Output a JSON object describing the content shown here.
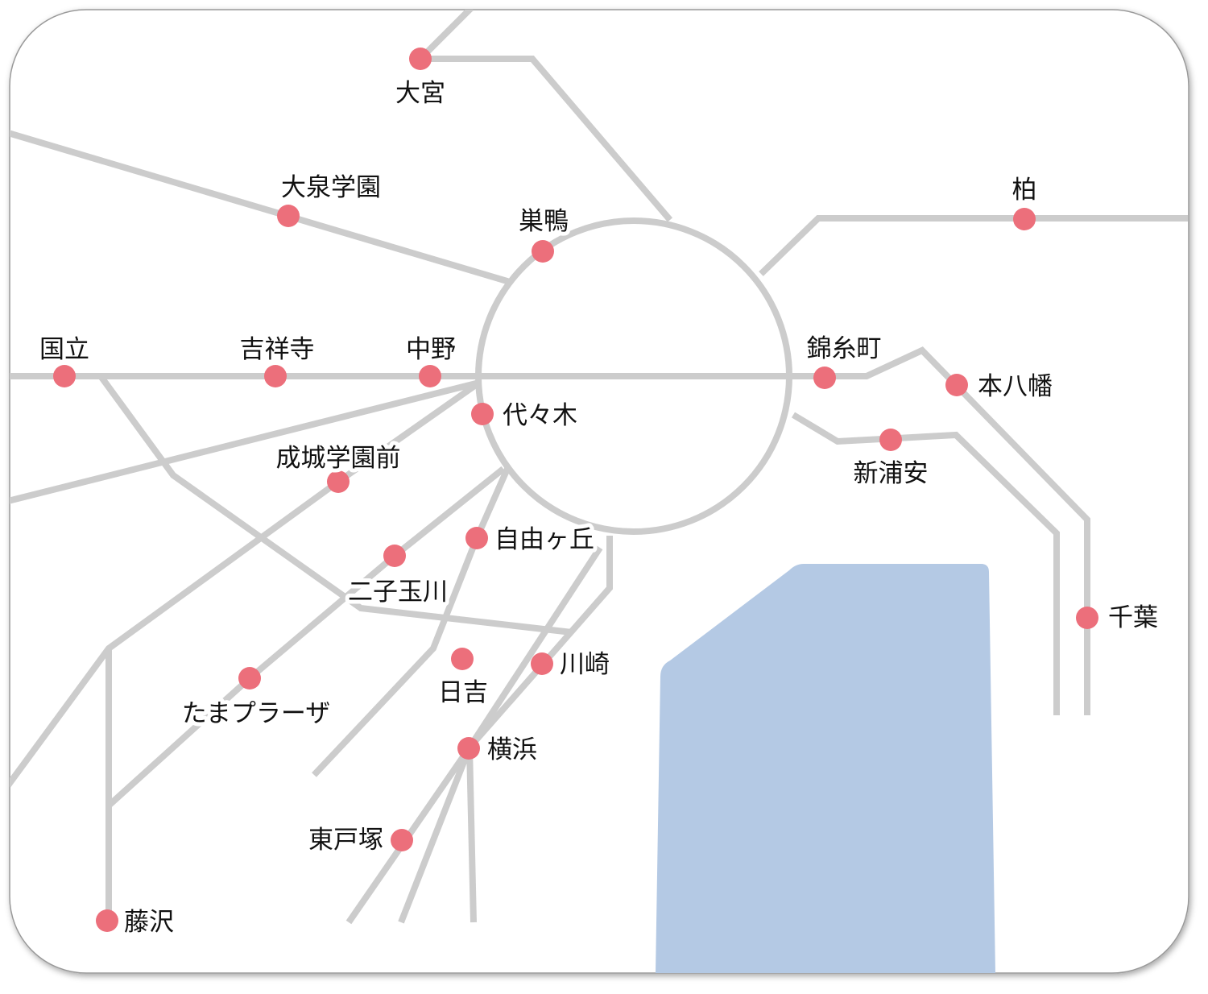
{
  "colors": {
    "line": "#cccccc",
    "station": "#ec6f7b",
    "water": "#b4c9e4",
    "frame": "#999999",
    "background": "#ffffff"
  },
  "stations": [
    {
      "id": "omiya",
      "label": "大宮"
    },
    {
      "id": "oizumi-gakuen",
      "label": "大泉学園"
    },
    {
      "id": "sugamo",
      "label": "巣鴨"
    },
    {
      "id": "kashiwa",
      "label": "柏"
    },
    {
      "id": "kunitachi",
      "label": "国立"
    },
    {
      "id": "kichijoji",
      "label": "吉祥寺"
    },
    {
      "id": "nakano",
      "label": "中野"
    },
    {
      "id": "yoyogi",
      "label": "代々木"
    },
    {
      "id": "kinshicho",
      "label": "錦糸町"
    },
    {
      "id": "motoyawata",
      "label": "本八幡"
    },
    {
      "id": "shin-urayasu",
      "label": "新浦安"
    },
    {
      "id": "seijo-gakuen-mae",
      "label": "成城学園前"
    },
    {
      "id": "jiyugaoka",
      "label": "自由ヶ丘"
    },
    {
      "id": "futako-tamagawa",
      "label": "二子玉川"
    },
    {
      "id": "chiba",
      "label": "千葉"
    },
    {
      "id": "hiyoshi",
      "label": "日吉"
    },
    {
      "id": "kawasaki",
      "label": "川崎"
    },
    {
      "id": "tama-plaza",
      "label": "たまプラーザ"
    },
    {
      "id": "yokohama",
      "label": "横浜"
    },
    {
      "id": "higashi-totsuka",
      "label": "東戸塚"
    },
    {
      "id": "fujisawa",
      "label": "藤沢"
    }
  ]
}
